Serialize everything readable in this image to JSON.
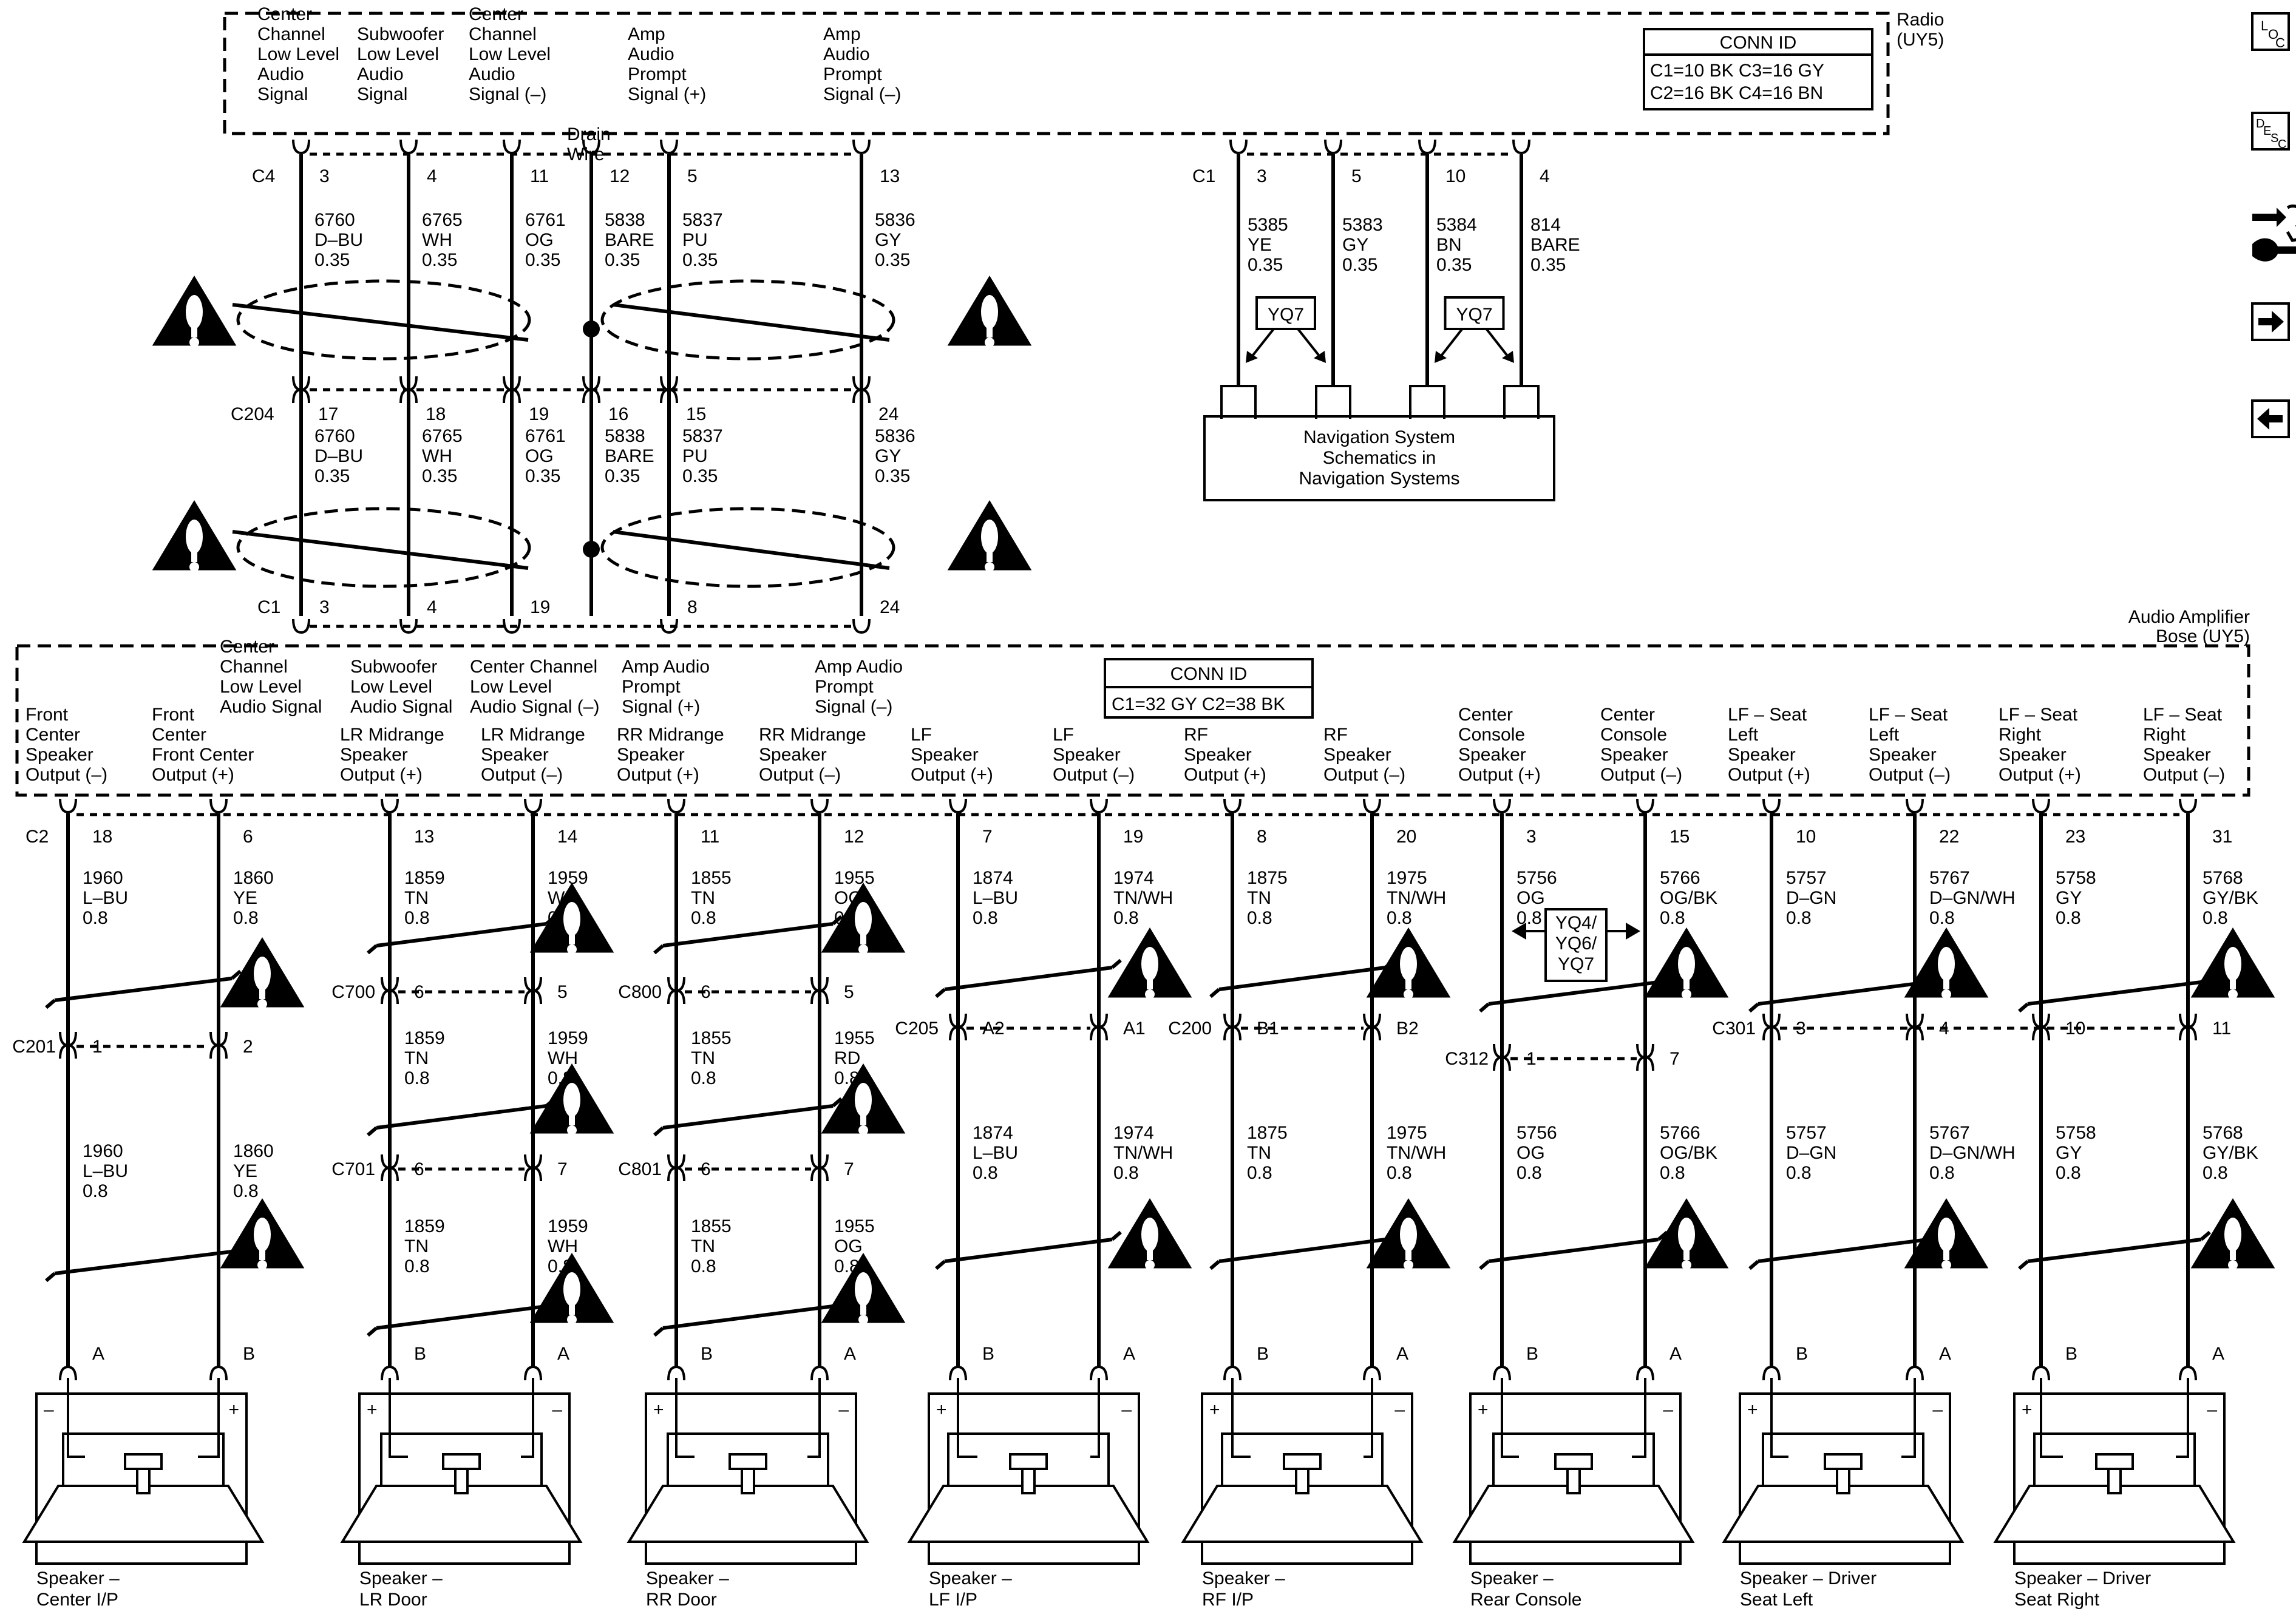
{
  "radio": {
    "name_line1": "Radio",
    "name_line2": "(UY5)",
    "conn_id": {
      "title": "CONN ID",
      "line1": "C1=10 BK  C3=16 GY",
      "line2": "C2=16 BK  C4=16 BN"
    },
    "connectors": {
      "c4": "C4",
      "c1": "C1"
    },
    "signals": [
      {
        "lines": [
          "Center",
          "Channel",
          "Low Level",
          "Audio",
          "Signal"
        ]
      },
      {
        "lines": [
          "Subwoofer",
          "Low Level",
          "Audio",
          "Signal"
        ]
      },
      {
        "lines": [
          "Center",
          "Channel",
          "Low Level",
          "Audio",
          "Signal (–)"
        ]
      },
      {
        "lines": [
          "Drain",
          "Wire"
        ]
      },
      {
        "lines": [
          "Amp",
          "Audio",
          "Prompt",
          "Signal (+)"
        ]
      },
      {
        "lines": [
          "Amp",
          "Audio",
          "Prompt",
          "Signal (–)"
        ]
      }
    ],
    "c4_wires": [
      {
        "pin": "3",
        "circuit": "6760",
        "color": "D–BU",
        "size": "0.35"
      },
      {
        "pin": "4",
        "circuit": "6765",
        "color": "WH",
        "size": "0.35"
      },
      {
        "pin": "11",
        "circuit": "6761",
        "color": "OG",
        "size": "0.35"
      },
      {
        "pin": "12",
        "circuit": "5838",
        "color": "BARE",
        "size": "0.35"
      },
      {
        "pin": "5",
        "circuit": "5837",
        "color": "PU",
        "size": "0.35"
      },
      {
        "pin": "13",
        "circuit": "5836",
        "color": "GY",
        "size": "0.35"
      }
    ],
    "c1_wires": [
      {
        "pin": "3",
        "circuit": "5385",
        "color": "YE",
        "size": "0.35"
      },
      {
        "pin": "5",
        "circuit": "5383",
        "color": "GY",
        "size": "0.35"
      },
      {
        "pin": "10",
        "circuit": "5384",
        "color": "BN",
        "size": "0.35"
      },
      {
        "pin": "4",
        "circuit": "814",
        "color": "BARE",
        "size": "0.35"
      }
    ],
    "yq_labels": [
      "YQ7",
      "YQ7"
    ]
  },
  "navigation": {
    "line1": "Navigation System",
    "line2": "Schematics in",
    "line3": "Navigation Systems"
  },
  "c204": {
    "name": "C204",
    "wires": [
      {
        "pin": "17",
        "circuit": "6760",
        "color": "D–BU",
        "size": "0.35"
      },
      {
        "pin": "18",
        "circuit": "6765",
        "color": "WH",
        "size": "0.35"
      },
      {
        "pin": "19",
        "circuit": "6761",
        "color": "OG",
        "size": "0.35"
      },
      {
        "pin": "16",
        "circuit": "5838",
        "color": "BARE",
        "size": "0.35"
      },
      {
        "pin": "15",
        "circuit": "5837",
        "color": "PU",
        "size": "0.35"
      },
      {
        "pin": "24",
        "circuit": "5836",
        "color": "GY",
        "size": "0.35"
      }
    ]
  },
  "amp_c1": {
    "name": "C1",
    "pins": [
      "3",
      "4",
      "19",
      "8",
      "24"
    ]
  },
  "amplifier": {
    "name_line1": "Audio Amplifier",
    "name_line2": "Bose (UY5)",
    "conn_id": {
      "title": "CONN ID",
      "line1": "C1=32 GY  C2=38 BK"
    },
    "input_signals": [
      {
        "lines": [
          "Center",
          "Channel",
          "Low Level",
          "Audio Signal"
        ]
      },
      {
        "lines": [
          "Subwoofer",
          "Low Level",
          "Audio Signal"
        ]
      },
      {
        "lines": [
          "Center Channel",
          "Low Level",
          "Audio Signal (–)"
        ]
      },
      {
        "lines": [
          "Amp Audio",
          "Prompt",
          "Signal (+)"
        ]
      },
      {
        "lines": [
          "Amp Audio",
          "Prompt",
          "Signal (–)"
        ]
      }
    ],
    "c2_name": "C2",
    "outputs": [
      {
        "lines": [
          "Front",
          "Center",
          "Speaker",
          "Output (–)"
        ]
      },
      {
        "lines": [
          "Front",
          "Center",
          "Front Center",
          "Output (+)"
        ]
      },
      {
        "lines": [
          "LR Midrange",
          "Speaker",
          "Output (+)"
        ]
      },
      {
        "lines": [
          "LR Midrange",
          "Speaker",
          "Output (–)"
        ]
      },
      {
        "lines": [
          "RR Midrange",
          "Speaker",
          "Output (+)"
        ]
      },
      {
        "lines": [
          "RR Midrange",
          "Speaker",
          "Output (–)"
        ]
      },
      {
        "lines": [
          "LF",
          "Speaker",
          "Output (+)"
        ]
      },
      {
        "lines": [
          "LF",
          "Speaker",
          "Output (–)"
        ]
      },
      {
        "lines": [
          "RF",
          "Speaker",
          "Output (+)"
        ]
      },
      {
        "lines": [
          "RF",
          "Speaker",
          "Output (–)"
        ]
      },
      {
        "lines": [
          "Center",
          "Console",
          "Speaker",
          "Output (+)"
        ]
      },
      {
        "lines": [
          "Center",
          "Console",
          "Speaker",
          "Output (–)"
        ]
      },
      {
        "lines": [
          "LF – Seat",
          "Left",
          "Speaker",
          "Output (+)"
        ]
      },
      {
        "lines": [
          "LF – Seat",
          "Left",
          "Speaker",
          "Output (–)"
        ]
      },
      {
        "lines": [
          "LF – Seat",
          "Right",
          "Speaker",
          "Output (+)"
        ]
      },
      {
        "lines": [
          "LF – Seat",
          "Right",
          "Speaker",
          "Output (–)"
        ]
      }
    ],
    "out_pins": [
      "18",
      "6",
      "13",
      "14",
      "11",
      "12",
      "7",
      "19",
      "8",
      "20",
      "3",
      "15",
      "10",
      "22",
      "23",
      "31"
    ]
  },
  "upper_wires": [
    {
      "circuit": "1960",
      "color": "L–BU",
      "size": "0.8"
    },
    {
      "circuit": "1860",
      "color": "YE",
      "size": "0.8"
    },
    {
      "circuit": "1859",
      "color": "TN",
      "size": "0.8"
    },
    {
      "circuit": "1959",
      "color": "WH",
      "size": "0.8"
    },
    {
      "circuit": "1855",
      "color": "TN",
      "size": "0.8"
    },
    {
      "circuit": "1955",
      "color": "OG",
      "size": "0.8"
    },
    {
      "circuit": "1874",
      "color": "L–BU",
      "size": "0.8"
    },
    {
      "circuit": "1974",
      "color": "TN/WH",
      "size": "0.8"
    },
    {
      "circuit": "1875",
      "color": "TN",
      "size": "0.8"
    },
    {
      "circuit": "1975",
      "color": "TN/WH",
      "size": "0.8"
    },
    {
      "circuit": "5756",
      "color": "OG",
      "size": "0.8"
    },
    {
      "circuit": "5766",
      "color": "OG/BK",
      "size": "0.8"
    },
    {
      "circuit": "5757",
      "color": "D–GN",
      "size": "0.8"
    },
    {
      "circuit": "5767",
      "color": "D–GN/WH",
      "size": "0.8"
    },
    {
      "circuit": "5758",
      "color": "GY",
      "size": "0.8"
    },
    {
      "circuit": "5768",
      "color": "GY/BK",
      "size": "0.8"
    }
  ],
  "mid_connectors": {
    "c201": {
      "name": "C201",
      "pins": [
        "1",
        "2"
      ]
    },
    "c700": {
      "name": "C700",
      "pins": [
        "6",
        "5"
      ]
    },
    "c800": {
      "name": "C800",
      "pins": [
        "6",
        "5"
      ]
    },
    "c205": {
      "name": "C205",
      "pins": [
        "A2",
        "A1"
      ]
    },
    "c200": {
      "name": "C200",
      "pins": [
        "B1",
        "B2"
      ]
    },
    "c312": {
      "name": "C312",
      "pins": [
        "1",
        "7"
      ]
    },
    "c301": {
      "name": "C301",
      "pins": [
        "3",
        "4",
        "10",
        "11"
      ]
    },
    "c701": {
      "name": "C701",
      "pins": [
        "6",
        "7"
      ]
    },
    "c801": {
      "name": "C801",
      "pins": [
        "6",
        "7"
      ]
    }
  },
  "door_mid_wires": [
    {
      "circuit": "1859",
      "color": "TN",
      "size": "0.8"
    },
    {
      "circuit": "1959",
      "color": "WH",
      "size": "0.8"
    },
    {
      "circuit": "1855",
      "color": "TN",
      "size": "0.8"
    },
    {
      "circuit": "1955",
      "color": "RD",
      "size": "0.8"
    }
  ],
  "lower_wires": [
    {
      "circuit": "1960",
      "color": "L–BU",
      "size": "0.8"
    },
    {
      "circuit": "1860",
      "color": "YE",
      "size": "0.8"
    },
    {
      "circuit": "1859",
      "color": "TN",
      "size": "0.8"
    },
    {
      "circuit": "1959",
      "color": "WH",
      "size": "0.8"
    },
    {
      "circuit": "1855",
      "color": "TN",
      "size": "0.8"
    },
    {
      "circuit": "1955",
      "color": "OG",
      "size": "0.8"
    },
    {
      "circuit": "1874",
      "color": "L–BU",
      "size": "0.8"
    },
    {
      "circuit": "1974",
      "color": "TN/WH",
      "size": "0.8"
    },
    {
      "circuit": "1875",
      "color": "TN",
      "size": "0.8"
    },
    {
      "circuit": "1975",
      "color": "TN/WH",
      "size": "0.8"
    },
    {
      "circuit": "5756",
      "color": "OG",
      "size": "0.8"
    },
    {
      "circuit": "5766",
      "color": "OG/BK",
      "size": "0.8"
    },
    {
      "circuit": "5757",
      "color": "D–GN",
      "size": "0.8"
    },
    {
      "circuit": "5767",
      "color": "D–GN/WH",
      "size": "0.8"
    },
    {
      "circuit": "5758",
      "color": "GY",
      "size": "0.8"
    },
    {
      "circuit": "5768",
      "color": "GY/BK",
      "size": "0.8"
    }
  ],
  "yq_console": {
    "lines": [
      "YQ4/",
      "YQ6/",
      "YQ7"
    ]
  },
  "speakers": [
    {
      "lines": [
        "Speaker –",
        "Center I/P"
      ],
      "pins": [
        "A",
        "B"
      ],
      "polarity": [
        "–",
        "+"
      ]
    },
    {
      "lines": [
        "Speaker –",
        "LR Door"
      ],
      "pins": [
        "B",
        "A"
      ],
      "polarity": [
        "+",
        "–"
      ]
    },
    {
      "lines": [
        "Speaker –",
        "RR Door"
      ],
      "pins": [
        "B",
        "A"
      ],
      "polarity": [
        "+",
        "–"
      ]
    },
    {
      "lines": [
        "Speaker –",
        "LF I/P"
      ],
      "pins": [
        "B",
        "A"
      ],
      "polarity": [
        "+",
        "–"
      ]
    },
    {
      "lines": [
        "Speaker –",
        "RF I/P"
      ],
      "pins": [
        "B",
        "A"
      ],
      "polarity": [
        "+",
        "–"
      ]
    },
    {
      "lines": [
        "Speaker –",
        "Rear Console"
      ],
      "pins": [
        "B",
        "A"
      ],
      "polarity": [
        "+",
        "–"
      ]
    },
    {
      "lines": [
        "Speaker – Driver",
        "Seat Left"
      ],
      "pins": [
        "B",
        "A"
      ],
      "polarity": [
        "+",
        "–"
      ]
    },
    {
      "lines": [
        "Speaker – Driver",
        "Seat Right"
      ],
      "pins": [
        "B",
        "A"
      ],
      "polarity": [
        "+",
        "–"
      ]
    }
  ],
  "nav_icons": {
    "loc": {
      "l1": "L",
      "l2": "O",
      "l3": "C"
    },
    "desc": {
      "l1": "D",
      "l2": "E",
      "l3": "S",
      "l4": "C"
    }
  }
}
